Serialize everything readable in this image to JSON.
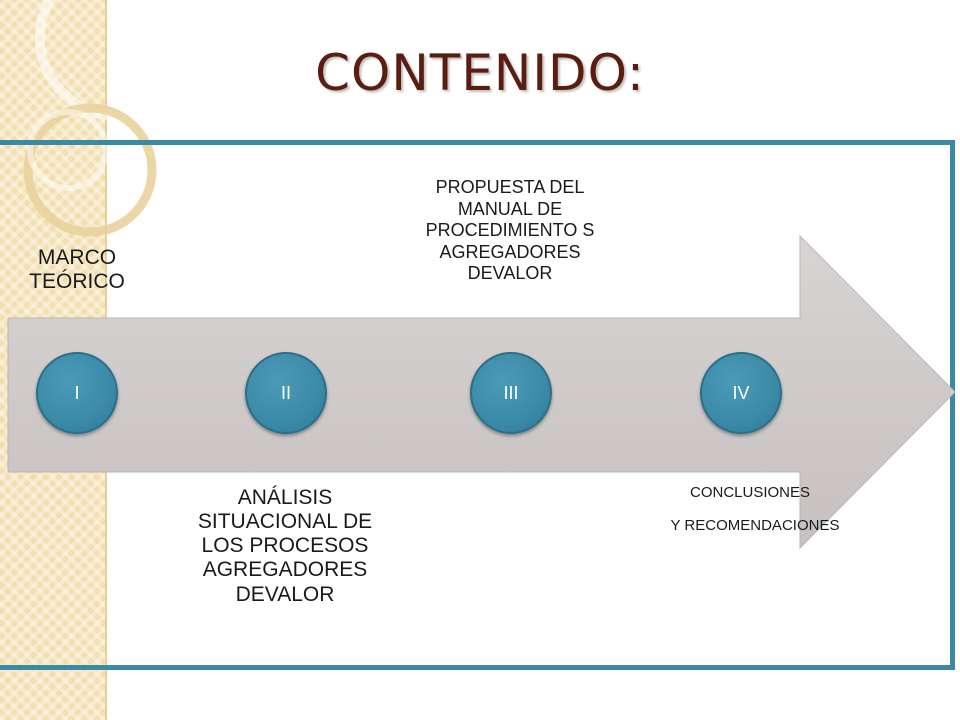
{
  "title": "CONTENIDO:",
  "colors": {
    "frame": "#3b8aa3",
    "node": "#3b8aa8",
    "arrow": "#d0cbcb",
    "title": "#5a1d10",
    "side_band": "#f2deae"
  },
  "stages": [
    {
      "numeral": "I",
      "label": "MARCO TEÓRICO"
    },
    {
      "numeral": "II",
      "label": "ANÁLISIS SITUACIONAL DE LOS PROCESOS AGREGADORES DEVALOR"
    },
    {
      "numeral": "III",
      "label": "PROPUESTA DEL MANUAL DE PROCEDIMIENTO S AGREGADORES DEVALOR"
    },
    {
      "numeral": "IV",
      "label_line1": "CONCLUSIONES",
      "label_line2": "Y RECOMENDACIONES"
    }
  ]
}
